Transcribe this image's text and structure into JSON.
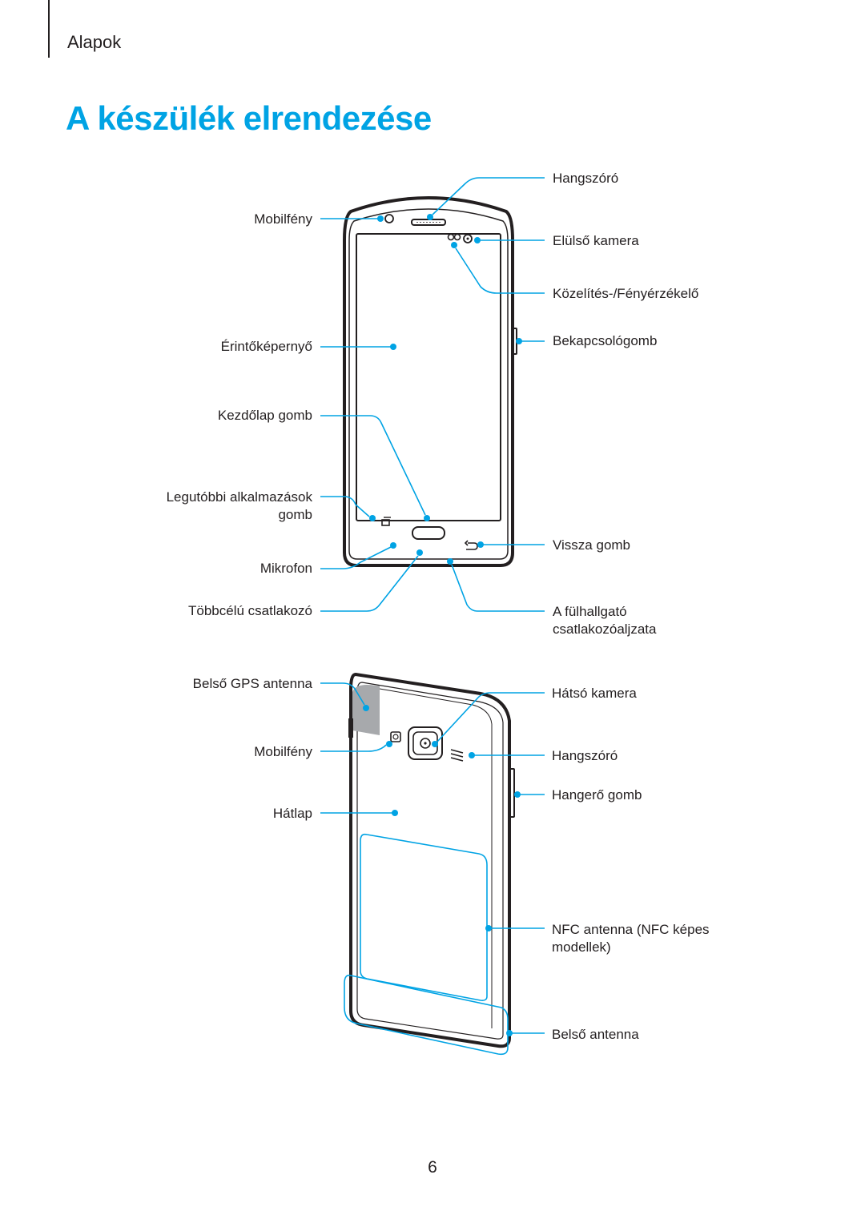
{
  "header": {
    "section": "Alapok"
  },
  "title": "A készülék elrendezése",
  "front_labels": {
    "mobilfeny": "Mobilfény",
    "hangszoro": "Hangszóró",
    "elulso_kamera": "Elülső kamera",
    "kozelites": "Közelítés-/Fényérzékelő",
    "erintokepernyo": "Érintőképernyő",
    "bekapcsologomb": "Bekapcsológomb",
    "kezdolap": "Kezdőlap gomb",
    "legutobbi_1": "Legutóbbi alkalmazások",
    "legutobbi_2": "gomb",
    "vissza": "Vissza gomb",
    "mikrofon": "Mikrofon",
    "tobbcelu": "Többcélú csatlakozó",
    "fulhallgato_1": "A fülhallgató",
    "fulhallgato_2": "csatlakozóaljzata"
  },
  "back_labels": {
    "gps": "Belső GPS antenna",
    "hatso_kamera": "Hátsó kamera",
    "mobilfeny": "Mobilfény",
    "hangszoro": "Hangszóró",
    "hangero": "Hangerő gomb",
    "hatlap": "Hátlap",
    "nfc_1": "NFC antenna (NFC képes",
    "nfc_2": "modellek)",
    "belso_antenna": "Belső antenna"
  },
  "page_number": "6",
  "colors": {
    "accent": "#00a3e4",
    "text": "#231f20",
    "gps_patch": "#a7a9ac"
  }
}
